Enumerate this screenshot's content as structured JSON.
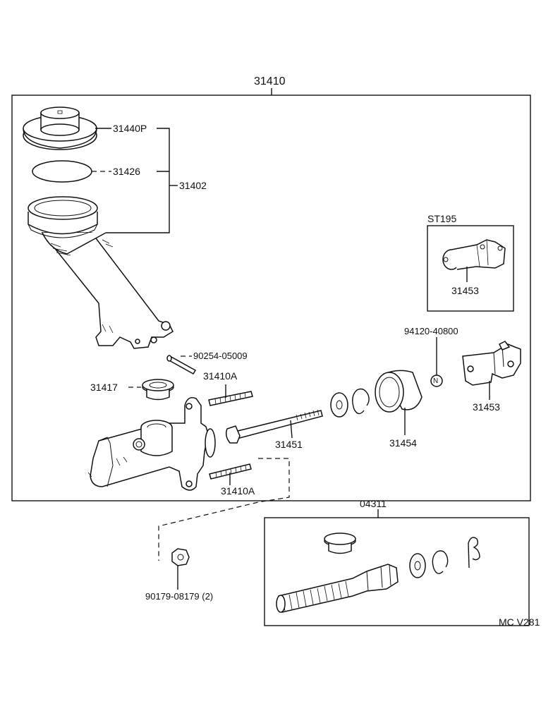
{
  "diagram": {
    "title_assembly": "31410",
    "repair_kit": "04311",
    "figure_code": "MC V281",
    "labels": {
      "reservoir_cap": "31440P",
      "diaphragm": "31426",
      "reservoir_sub": "31402",
      "pin": "90254-05009",
      "grommet": "31417",
      "stud_upper": "31410A",
      "stud_lower": "31410A",
      "bolt": "31451",
      "boot": "31454",
      "clip_part": "94120-40800",
      "clip_marker": "N",
      "clevis_inset_title": "ST195",
      "clevis_inset": "31453",
      "clevis": "31453",
      "nut": "90179-08179 (2)"
    }
  }
}
